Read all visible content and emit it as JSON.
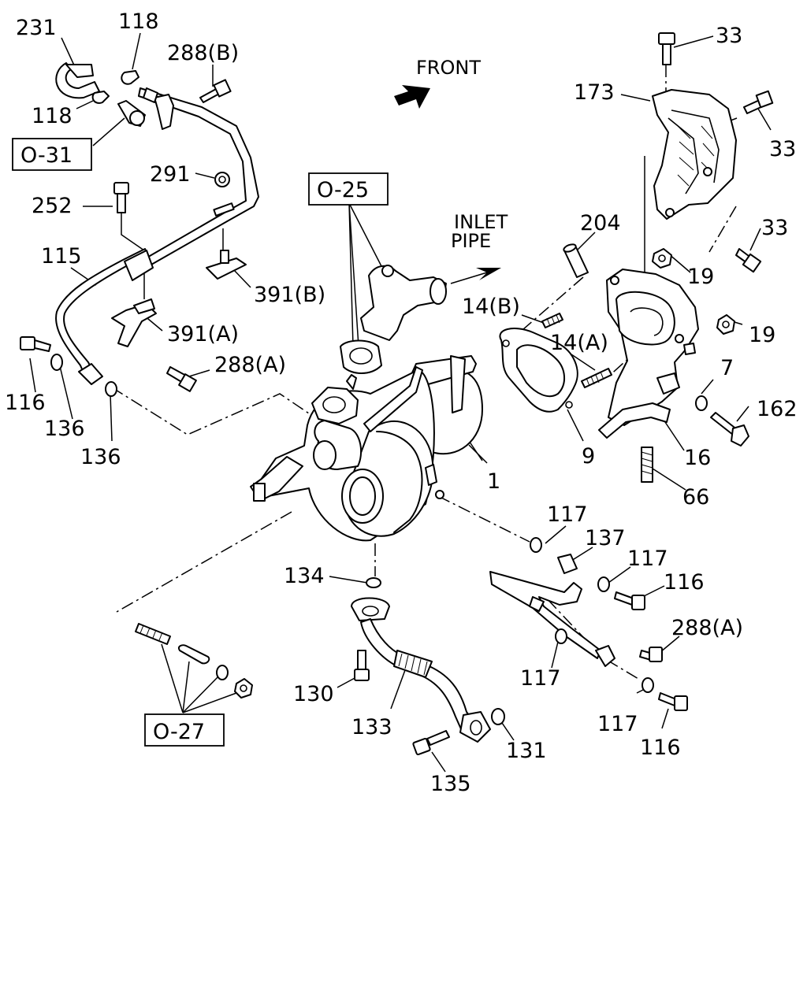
{
  "labels": {
    "p231": "231",
    "p118a": "118",
    "p118b": "118",
    "p288b": "288(B)",
    "ref031": "O-31",
    "p291": "291",
    "p252": "252",
    "p115": "115",
    "p391b": "391(B)",
    "p391a": "391(A)",
    "p288a_left": "288(A)",
    "p116_left": "116",
    "p136a": "136",
    "p136b": "136",
    "ref025": "O-25",
    "front": "FRONT",
    "inlet1": "INLET",
    "inlet2": "PIPE",
    "p33a": "33",
    "p173": "173",
    "p33b": "33",
    "p33c": "33",
    "p204": "204",
    "p19a": "19",
    "p19b": "19",
    "p14b": "14(B)",
    "p14a": "14(A)",
    "p7": "7",
    "p162": "162",
    "p9": "9",
    "p16": "16",
    "p66": "66",
    "p1": "1",
    "p117a": "117",
    "p137": "137",
    "p117b": "117",
    "p116a": "116",
    "p134": "134",
    "p288a_right": "288(A)",
    "p117c": "117",
    "p117d": "117",
    "p116b": "116",
    "p130": "130",
    "p133": "133",
    "p131": "131",
    "p135": "135",
    "ref027": "O-27"
  }
}
